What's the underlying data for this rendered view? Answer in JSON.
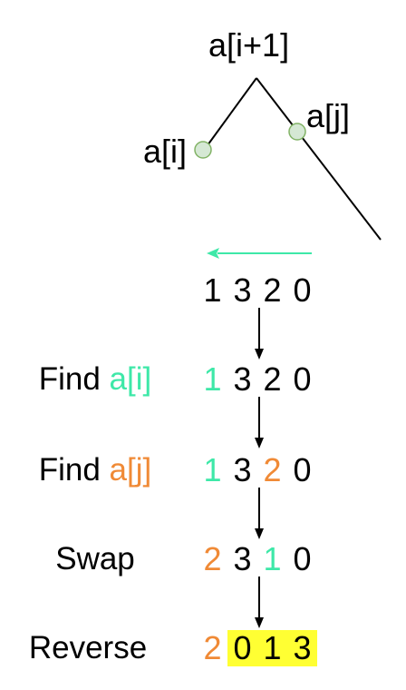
{
  "colors": {
    "ai": "#3ee8a8",
    "aj": "#f08a36",
    "highlight": "#ffff33",
    "node_fill": "#d5e8d4",
    "node_stroke": "#82b366",
    "arrow_green": "#3ee8a8"
  },
  "tree": {
    "top_label": "a[i+1]",
    "left_label": "a[i]",
    "right_label": "a[j]"
  },
  "rows": [
    {
      "label_parts": [],
      "digits": [
        {
          "text": "1",
          "color": "black",
          "highlight": false
        },
        {
          "text": "3",
          "color": "black",
          "highlight": false
        },
        {
          "text": "2",
          "color": "black",
          "highlight": false
        },
        {
          "text": "0",
          "color": "black",
          "highlight": false
        }
      ]
    },
    {
      "label_parts": [
        {
          "text": "Find ",
          "color": "black"
        },
        {
          "text": "a[i]",
          "color": "ai"
        }
      ],
      "digits": [
        {
          "text": "1",
          "color": "ai",
          "highlight": false
        },
        {
          "text": "3",
          "color": "black",
          "highlight": false
        },
        {
          "text": "2",
          "color": "black",
          "highlight": false
        },
        {
          "text": "0",
          "color": "black",
          "highlight": false
        }
      ]
    },
    {
      "label_parts": [
        {
          "text": "Find ",
          "color": "black"
        },
        {
          "text": "a[j]",
          "color": "aj"
        }
      ],
      "digits": [
        {
          "text": "1",
          "color": "ai",
          "highlight": false
        },
        {
          "text": "3",
          "color": "black",
          "highlight": false
        },
        {
          "text": "2",
          "color": "aj",
          "highlight": false
        },
        {
          "text": "0",
          "color": "black",
          "highlight": false
        }
      ]
    },
    {
      "label_parts": [
        {
          "text": "Swap",
          "color": "black"
        }
      ],
      "digits": [
        {
          "text": "2",
          "color": "aj",
          "highlight": false
        },
        {
          "text": "3",
          "color": "black",
          "highlight": false
        },
        {
          "text": "1",
          "color": "ai",
          "highlight": false
        },
        {
          "text": "0",
          "color": "black",
          "highlight": false
        }
      ]
    },
    {
      "label_parts": [
        {
          "text": "Reverse",
          "color": "black"
        }
      ],
      "digits": [
        {
          "text": "2",
          "color": "aj",
          "highlight": false
        },
        {
          "text": "0",
          "color": "black",
          "highlight": true
        },
        {
          "text": "1",
          "color": "black",
          "highlight": true
        },
        {
          "text": "3",
          "color": "black",
          "highlight": true
        }
      ]
    }
  ]
}
